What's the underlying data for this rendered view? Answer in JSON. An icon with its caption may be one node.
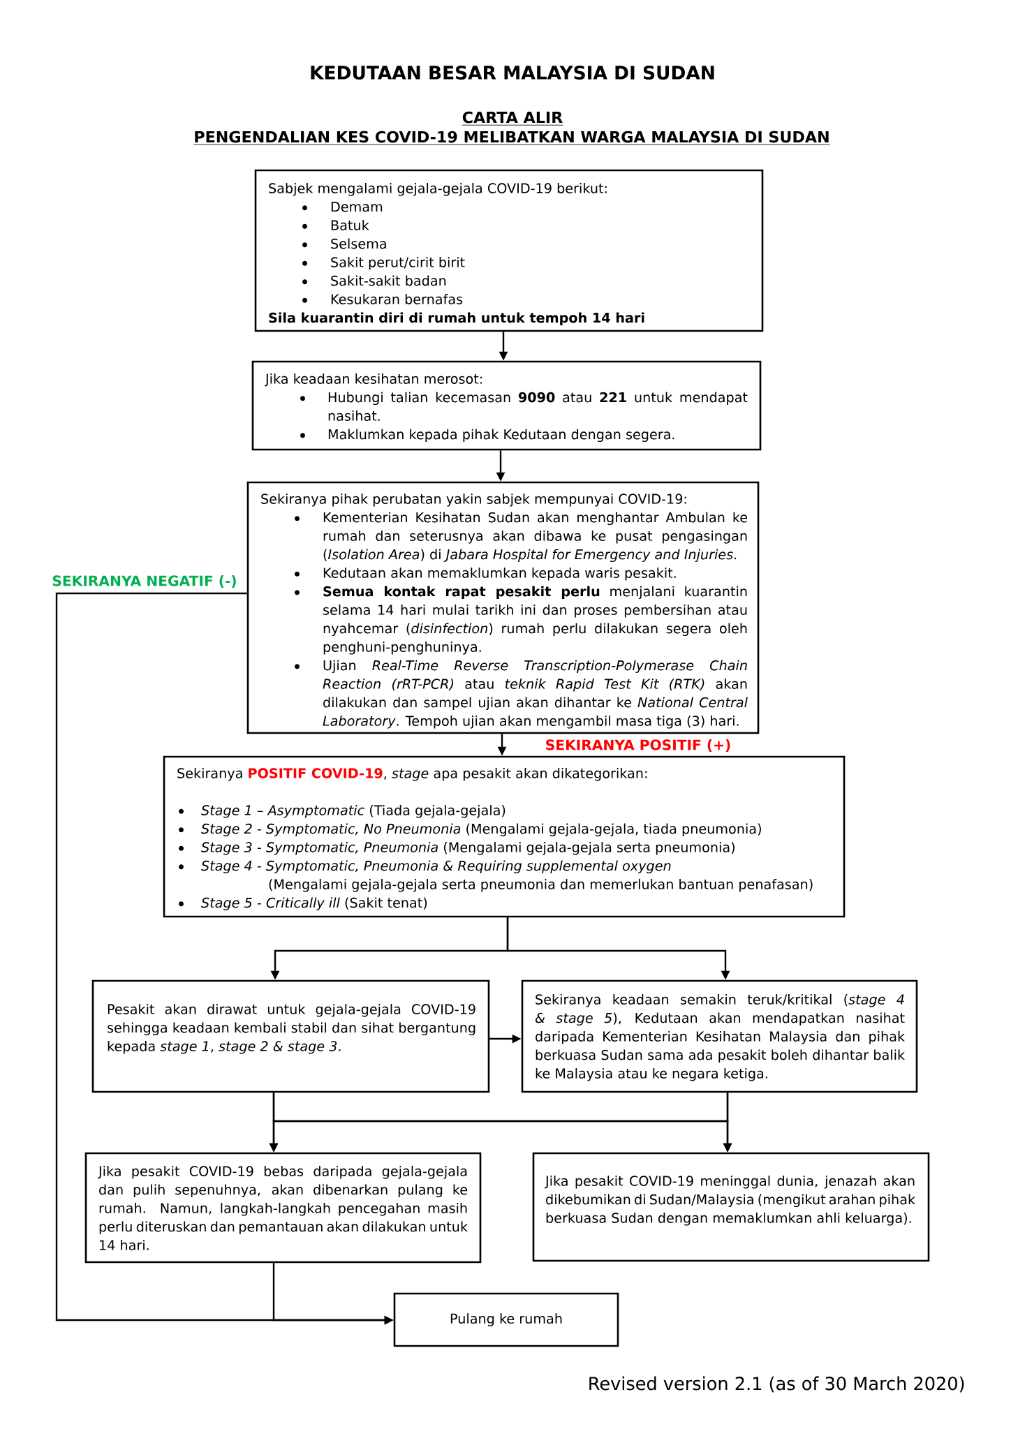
{
  "diagram": {
    "title": "KEDUTAAN BESAR MALAYSIA DI SUDAN",
    "nodes": [
      {
        "text": [
          "Sabjek mengalami gejala-gejala COVID-19 berikut:",
          "Demam",
          "Batuk",
          "Selsema",
          "Sakit perut/cirit birit",
          "Sakit-sakit badan",
          "Kesukaran bernafas",
          "Sila kuarantin diri di rumah untuk tempoh 14 hari"
        ]
      },
      {
        "text": [
          "Jika keadaan kesihatan merosot:",
          "Hubungi talian kecemasan **9090** atau **221** untuk mendapat nasihat.",
          "Maklumkan kepada pihak Kedutaan dengan segera."
        ]
      },
      {
        "text": [
          "Sekiranya pihak perubatan yakin sabjek mempunyai COVID-19:",
          "Kementerian Kesihatan Sudan akan menghantar Ambulan ke rumah dan seterusnya akan dibawa ke pusat pengasingan (*Isolation Area*) di *Jabara Hospital for Emergency and Injuries*.",
          "Kedutaan akan memaklumkan kepada waris pesakit.",
          "**Semua kontak rapat pesakit perlu** menjalani kuarantin selama 14 hari mulai tarikh ini dan proses pembersihan atau nyahcemar (*disinfection*) rumah perlu dilakukan segera oleh penghuni-penghuninya.",
          "Ujian *Real-Time Reverse Transcription-Polymerase Chain Reaction (rRT-PCR)* atau *teknik Rapid Test Kit (RTK)* akan dilakukan dan sampel ujian akan dihantar ke *National Central Laboratory*. Tempoh ujian akan mengambil masa tiga (3) hari."
        ]
      },
      {
        "text": [
          "Sekiranya **POSITIF COVID-19**, *stage* apa pesakit akan dikategorikan:",
          "*Stage 1 – Asymptomatic* (Tiada gejala-gejala)",
          "*Stage 2 - Symptomatic, No Pneumonia* (Mengalami gejala-gejala, tiada pneumonia)",
          "*Stage 3 - Symptomatic, Pneumonia* (Mengalami gejala-gejala serta pneumonia)",
          "Stage 4 - Symptomatic, Pneumonia & Requiring supplemental oxygen",
          "(Mengalami gejala-gejala serta pneumonia dan memerlukan bantuan penafasan)",
          "*Stage 5 - Critically ill* (Sakit tenat)"
        ]
      },
      {
        "text": [
          "Pesakit akan dirawat untuk gejala-gejala COVID-19 sehingga keadaan kembali stabil dan sihat bergantung kepada *stage 1*, *stage 2 & stage 3*."
        ]
      },
      {
        "text": [
          "Sekiranya keadaan semakin teruk/kritikal (*stage 4 & stage 5*), Kedutaan akan mendapatkan nasihat daripada Kementerian Kesihatan Malaysia dan pihak berkuasa Sudan sama ada pesakit boleh dihantar balik ke Malaysia atau ke negara ketiga."
        ]
      },
      {
        "text": [
          "Jika pesakit COVID-19 bebas daripada gejala-gejala dan pulih sepenuhnya, akan dibenarkan pulang ke rumah. Namun, langkah-langkah pencegahan masih perlu diteruskan dan pemantauan akan dilakukan untuk 14 hari."
        ]
      },
      {
        "text": [
          "Jika pesakit COVID-19 meninggal dunia, jenazah akan dikebumikan di Sudan/Malaysia (mengikut arahan pihak berkuasa Sudan dengan memaklumkan ahli keluarga)."
        ]
      },
      {
        "text": [
          "Pulang ke rumah"
        ]
      }
    ],
    "edges": [
      {
        "from": 0,
        "to": 1,
        "arrow": "to"
      },
      {
        "from": 1,
        "to": 2,
        "arrow": "to"
      },
      {
        "from": 2,
        "to": 3,
        "arrow": "to",
        "label": "SEKIRANYA POSITIF (+)"
      },
      {
        "from": 2,
        "to": 8,
        "arrow": "to",
        "label": "SEKIRANYA NEGATIF (-)"
      },
      {
        "from": 3,
        "to": 4,
        "arrow": "to"
      },
      {
        "from": 3,
        "to": 5,
        "arrow": "to"
      },
      {
        "from": 4,
        "to": 5,
        "arrow": "to"
      },
      {
        "from": 4,
        "to": 6,
        "arrow": "to"
      },
      {
        "from": 4,
        "to": 7,
        "arrow": "to"
      },
      {
        "from": 5,
        "to": 6,
        "arrow": "to"
      },
      {
        "from": 5,
        "to": 7,
        "arrow": "to"
      },
      {
        "from": 6,
        "to": 8,
        "arrow": "to"
      }
    ],
    "labels": [
      "CARTA ALIR",
      "PENGENDALIAN KES COVID-19 MELIBATKAN WARGA MALAYSIA DI SUDAN",
      "Revised version 2.1 (as of 30 March 2020)"
    ]
  }
}
